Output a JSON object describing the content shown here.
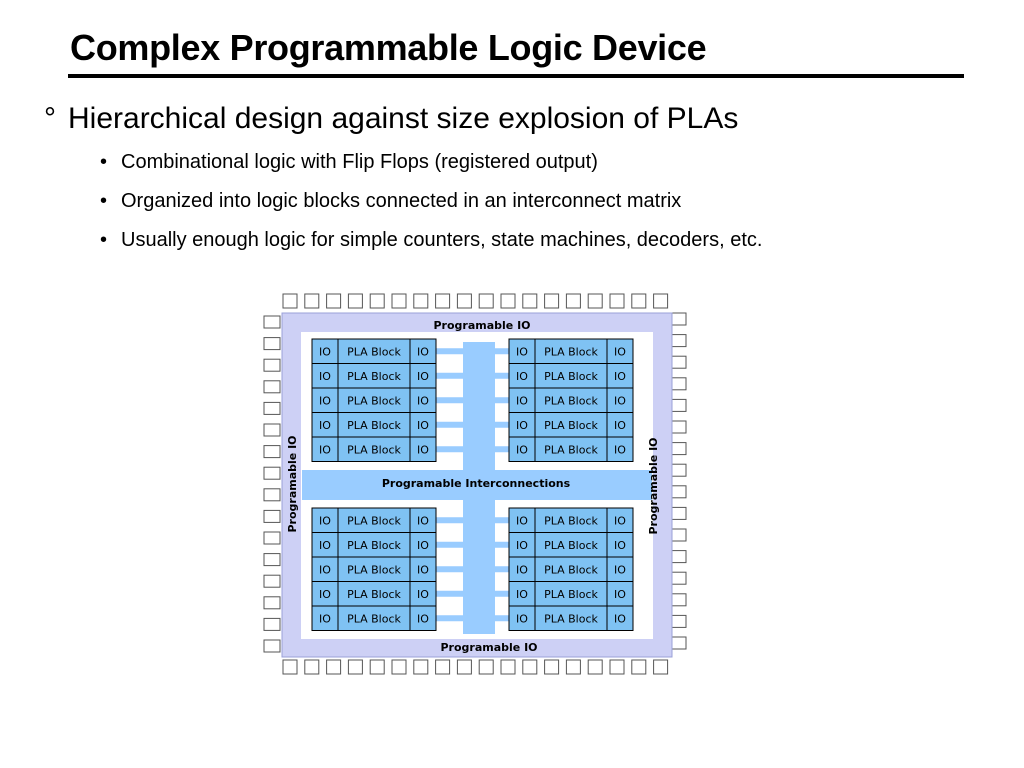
{
  "slide": {
    "title": "Complex Programmable Logic Device",
    "main_bullet_marker": "°",
    "main_bullet": "Hierarchical design against size explosion of PLAs",
    "sub_bullet_marker": "•",
    "sub_bullets": [
      "Combinational logic with Flip Flops (registered output)",
      "Organized into logic blocks connected in an interconnect matrix",
      "Usually enough logic for simple counters, state machines, decoders, etc."
    ]
  },
  "diagram": {
    "top_io_label": "Programable IO",
    "bottom_io_label": "Programable IO",
    "left_io_label": "Programable IO",
    "right_io_label": "Programable IO",
    "interconnect_label": "Programable Interconnections",
    "io_cell_label": "IO",
    "pla_block_label": "PLA Block",
    "colors": {
      "io_ring": "#cdd0f5",
      "inner_bg": "#ffffff",
      "interconnect": "#99ccff",
      "block_fill": "#7fc2f3",
      "pins": "#ffffff",
      "stroke": "#000000"
    }
  }
}
